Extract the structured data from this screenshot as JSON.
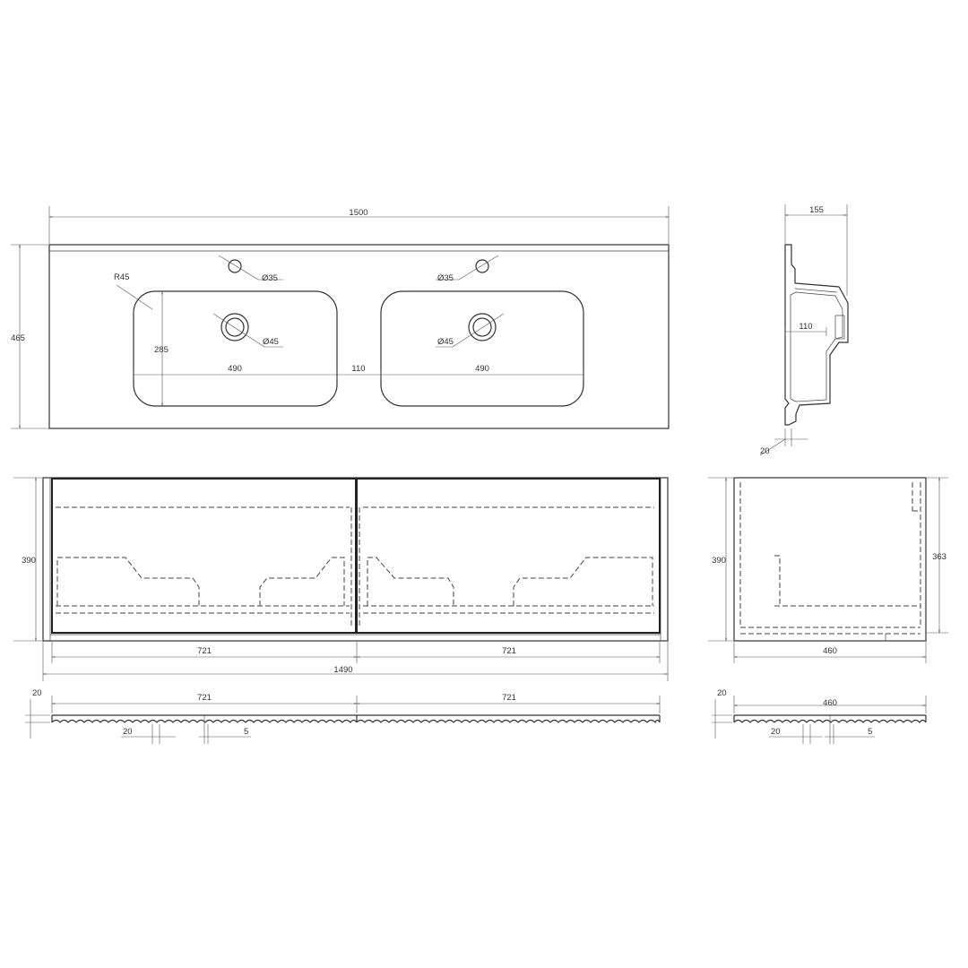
{
  "top_view": {
    "overall_width": "1500",
    "overall_depth": "465",
    "corner_radius": "R45",
    "tap_hole_left": "Ø35",
    "tap_hole_right": "Ø35",
    "drain_left": "Ø45",
    "drain_right": "Ø45",
    "bowl_depth": "285",
    "bowl_width_left": "490",
    "bowl_gap": "110",
    "bowl_width_right": "490"
  },
  "side_section": {
    "depth": "155",
    "bowl_offset": "110",
    "lip": "20"
  },
  "front_view": {
    "height": "390",
    "door_left": "721",
    "door_right": "721",
    "overall_width": "1490"
  },
  "side_view": {
    "height": "390",
    "inner_height": "363",
    "depth": "460"
  },
  "front_shelf": {
    "thickness": "20",
    "width_left": "721",
    "width_right": "721",
    "groove_spacing": "20",
    "groove_width": "5"
  },
  "side_shelf": {
    "thickness": "20",
    "depth": "460",
    "groove_spacing": "20",
    "groove_width": "5"
  }
}
